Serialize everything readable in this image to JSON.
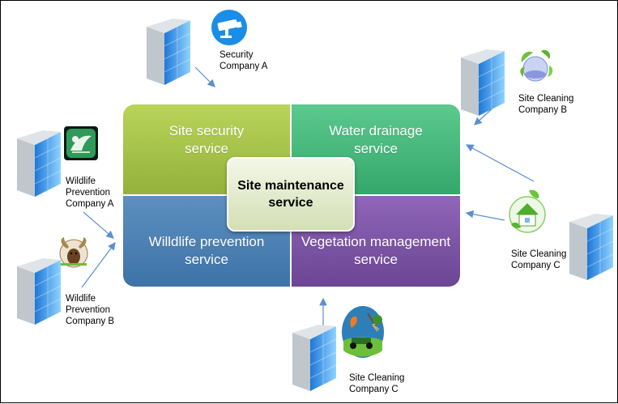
{
  "center": {
    "label": "Site maintenance\nservice"
  },
  "services": {
    "security": "Site security\nservice",
    "water": "Water drainage\nservice",
    "wildlife": "Willdlife prevention\nservice",
    "vegetation": "Vegetation management\nservice"
  },
  "companies": {
    "security_a": "Security\nCompany A",
    "cleaning_b": "Site Cleaning\nCompany B",
    "wildlife_a": "Wildlife\nPrevention\nCompany A",
    "wildlife_b": "Wildlife\nPrevention\nCompany B",
    "cleaning_c_right": "Site Cleaning\nCompany C",
    "cleaning_c_bottom": "Site Cleaning\nCompany C"
  },
  "icons": {
    "security_a": "security-camera-icon",
    "cleaning_b": "green-leaves-icon",
    "wildlife_a": "bird-icon",
    "wildlife_b": "moose-icon",
    "cleaning_c_right": "green-house-icon",
    "cleaning_c_bottom": "lawn-mower-icon"
  },
  "colors": {
    "security": "#a4c24a",
    "water": "#46b87a",
    "wildlife": "#4a7fb5",
    "vegetation": "#7c54a6",
    "arrow": "#5b8fd0"
  }
}
